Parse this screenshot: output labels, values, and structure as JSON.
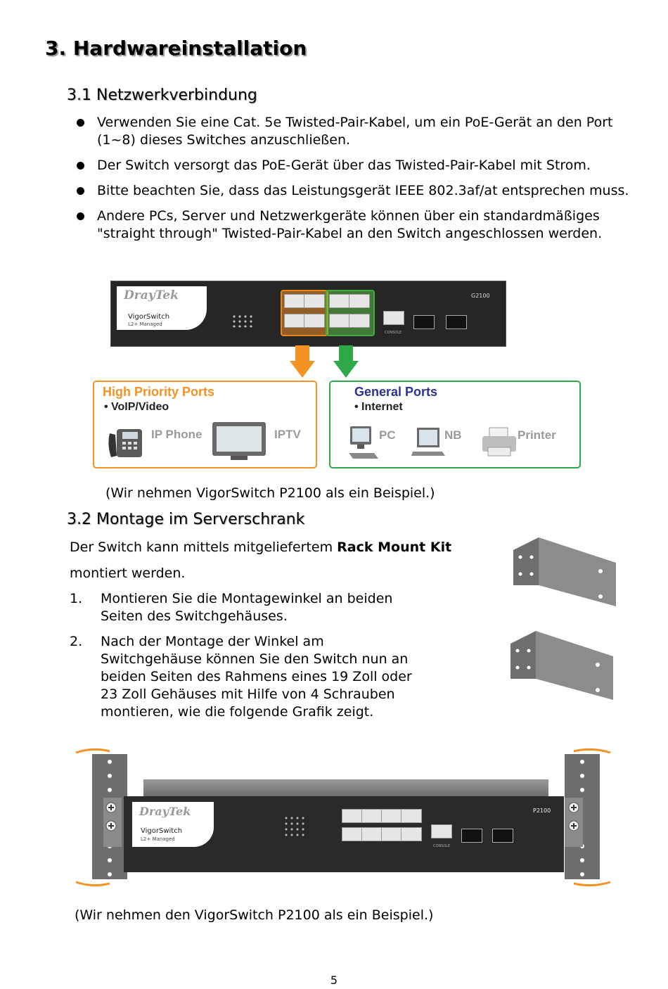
{
  "heading": "3. Hardwareinstallation",
  "section1": {
    "title": "3.1 Netzwerkverbindung",
    "bullets": [
      "Verwenden Sie eine Cat. 5e Twisted-Pair-Kabel, um ein PoE-Gerät an den Port (1~8) dieses Switches anzuschließen.",
      "Der Switch versorgt das PoE-Gerät über das Twisted-Pair-Kabel mit Strom.",
      "Bitte beachten Sie, dass das Leistungsgerät IEEE 802.3af/at entsprechen muss.",
      "Andere PCs, Server und Netzwerkgeräte können über ein standardmäßiges \"straight through\" Twisted-Pair-Kabel an den Switch angeschlossen werden."
    ],
    "diagram": {
      "logo": "DrayTek",
      "product": "VigorSwitch",
      "product_sub": "L2+ Managed",
      "model": "G2100",
      "console": "CONSOLE",
      "high_priority": {
        "title": "High Priority Ports",
        "item": "• VoIP/Video",
        "devices": [
          "IP Phone",
          "IPTV"
        ]
      },
      "general": {
        "title": "General Ports",
        "item": "• Internet",
        "devices": [
          "PC",
          "NB",
          "Printer"
        ]
      },
      "colors": {
        "orange": "#f39324",
        "green": "#2fa84a",
        "high_title": "#f39324",
        "general_title": "#2e3192"
      }
    },
    "caption": "(Wir nehmen VigorSwitch P2100 als ein Beispiel.)"
  },
  "section2": {
    "title": "3.2 Montage im Serverschrank",
    "intro_before": "Der Switch kann mittels mitgeliefertem ",
    "intro_bold": "Rack Mount Kit",
    "intro_after": "montiert werden.",
    "steps": [
      {
        "n": "1.",
        "text": "Montieren Sie die Montagewinkel an beiden Seiten des Switchgehäuses."
      },
      {
        "n": "2.",
        "text": "Nach der Montage der Winkel am Switchgehäuse können Sie den Switch nun an beiden Seiten des Rahmens eines 19 Zoll oder 23 Zoll Gehäuses mit Hilfe von 4 Schrauben montieren, wie die folgende Grafik zeigt."
      }
    ],
    "rack": {
      "logo": "DrayTek",
      "product": "VigorSwitch",
      "product_sub": "L2+ Managed",
      "model": "P2100",
      "console": "CONSOLE"
    },
    "caption": "(Wir nehmen den VigorSwitch P2100 als ein Beispiel.)"
  },
  "page_number": "5"
}
